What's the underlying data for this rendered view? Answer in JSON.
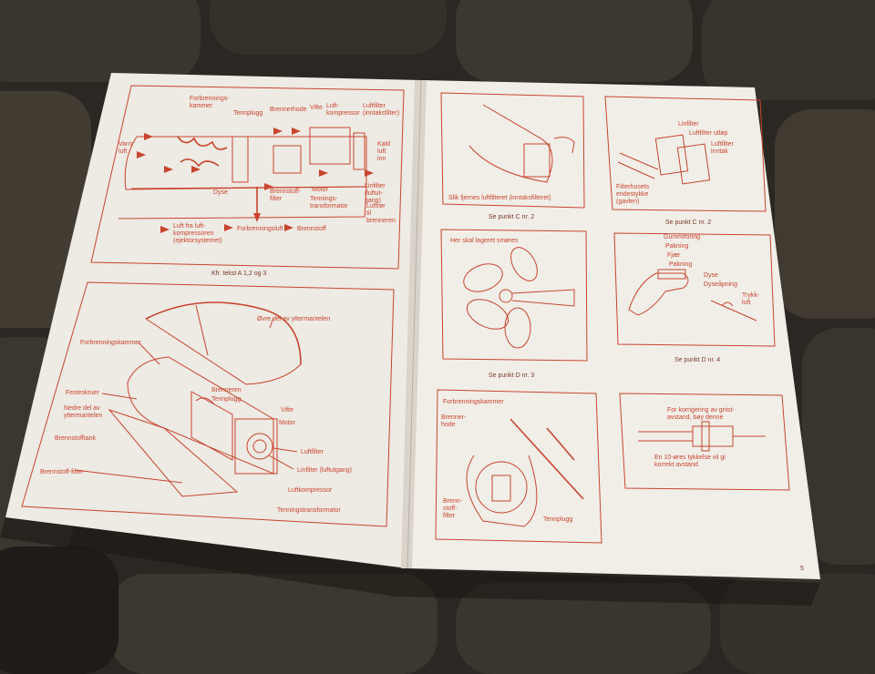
{
  "left_page": {
    "fig1": {
      "labels": {
        "forbrenningskammer": "Forbrennings-\nkammer",
        "tennplugg": "Tennplugg",
        "brennerhode": "Brennerhode",
        "vifte": "Vifte",
        "luftkompressor": "Luft-\nkompressor",
        "luftfilter": "Luftfilter\n(inntaksfilter)",
        "varm_luft": "Varm\nluft",
        "kald_luft": "Kald\nluft\ninn",
        "dyse": "Dyse",
        "brennstofffilter": "Brennstoff-\nfilter",
        "motor": "Motor",
        "tenningstransformator": "Tennings-\ntransformator",
        "linfilter": "Linfilter\n(luftut-\ngang)",
        "luftror": "Luftrør\ntil\nbrenneren",
        "legend_luft": "Luft fra luft-\nkompressoren\n(ejektorsystemet)",
        "legend_forbrenningsluft": "Forbrenningsluft",
        "legend_brennstoff": "Brennstoff"
      },
      "caption": "Kfr. tekst   A 1,2 og 3"
    },
    "fig2": {
      "labels": {
        "ovre_del": "Øvre del av yttermantelen",
        "forbrenningskammer": "Forbrenningskammer",
        "festeskruer": "Festeskruer",
        "nedre_del": "Nedre del av\nyttermantelen",
        "brennstofftank": "Brennstofftank",
        "brennstoff_filter": "Brennstoff-filter",
        "brenneren": "Brenneren",
        "tennplugg": "Tennplugg",
        "vifte": "Vifte",
        "motor": "Motor",
        "luftfilter": "Luftfilter",
        "linfilter": "Linfilter (luftutgang)",
        "luftkompressor": "Luftkompressor",
        "tenningstransformator": "Tenningstransformator"
      }
    }
  },
  "right_page": {
    "fig_c2a": {
      "inner": "Slik fjernes luftfilteret (inntaksfilteret)",
      "caption": "Se punkt C nr. 2"
    },
    "fig_c2b": {
      "labels": {
        "linfilter": "Linfilter",
        "luftfilter_utlop": "Luftfilter utløp",
        "luftfilter_inntak": "Luftfilter\ninntak",
        "filterhusets": "Filterhusets\nendestykke\n(gavlen)"
      },
      "caption": "Se punkt C nr. 2"
    },
    "fig_d3": {
      "inner": "Her skal lageret smøres",
      "caption": "Se punkt D nr. 3"
    },
    "fig_d4": {
      "labels": {
        "gummiforing": "Gummiforing",
        "pakning1": "Pakning",
        "fjaer": "Fjær",
        "pakning2": "Pakning",
        "dyse": "Dyse",
        "dyseapning": "Dyseåpning",
        "trykkluft": "Trykk-\nluft"
      },
      "caption": "Se punkt D nr. 4"
    },
    "fig_kam": {
      "labels": {
        "forbrenningskammer": "Forbrenningskammer",
        "brennerhode": "Brenner-\nhode",
        "brennstofffilter": "Brenn-\nstoff-\nfilter",
        "tennplugg": "Tennplugg"
      }
    },
    "fig_plugg": {
      "labels": {
        "top": "For korrigering av gnist-\navstand, bøy denne",
        "bottom": "En 10-øres tykkelse vil gi\nkorrekt avstand"
      }
    },
    "page_number": "5"
  }
}
